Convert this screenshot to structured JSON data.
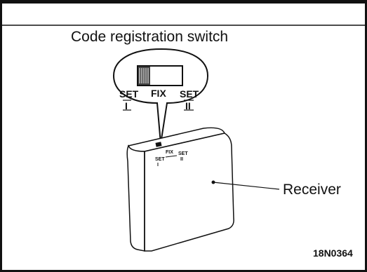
{
  "labels": {
    "switch_title": "Code registration switch",
    "receiver": "Receiver",
    "figure_ref": "18N0364"
  },
  "switch_positions": {
    "set1": "SET",
    "set1_numeral": "I",
    "fix": "FIX",
    "set2": "SET",
    "set2_numeral": "II"
  }
}
